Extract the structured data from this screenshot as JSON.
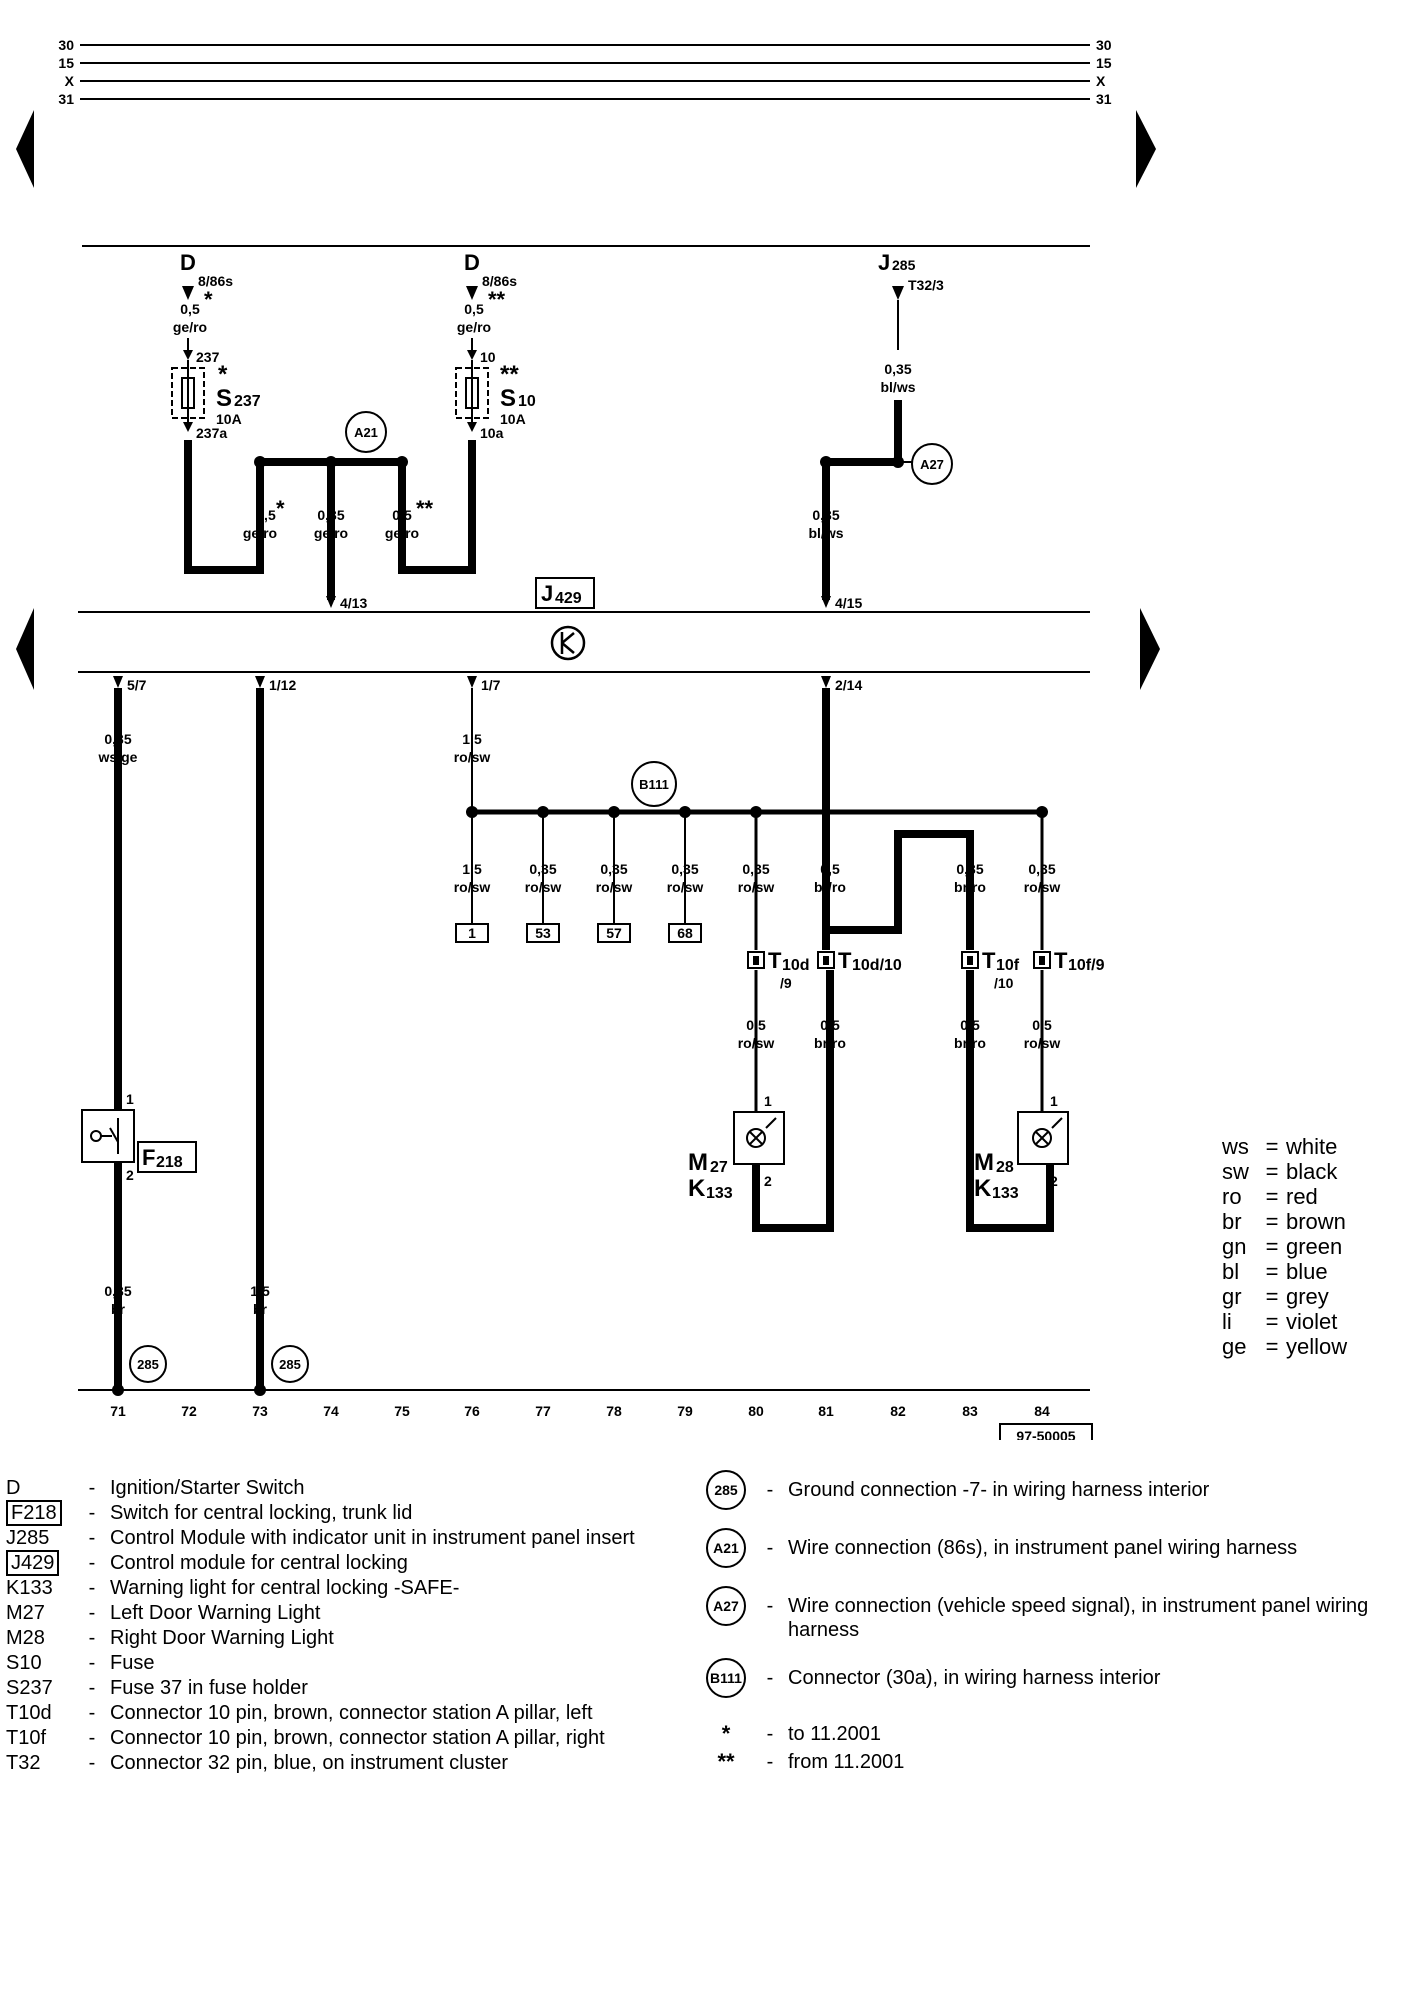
{
  "rails": [
    {
      "id": "r30",
      "label": "30"
    },
    {
      "id": "r15",
      "label": "15"
    },
    {
      "id": "rx",
      "label": "X"
    },
    {
      "id": "r31",
      "label": "31"
    }
  ],
  "fuse_left": {
    "switch": "D",
    "terminal": "8/86s",
    "marker": "*",
    "gauge": "0,5",
    "color": "ge/ro",
    "pin_top": "237",
    "fuse_prefix": "S",
    "fuse_sub": "237",
    "rating": "10A",
    "pin_bottom": "237a"
  },
  "fuse_right": {
    "switch": "D",
    "terminal": "8/86s",
    "marker": "**",
    "gauge": "0,5",
    "color": "ge/ro",
    "pin_top": "10",
    "fuse_prefix": "S",
    "fuse_sub": "10",
    "rating": "10A",
    "pin_bottom": "10a"
  },
  "j285": {
    "prefix": "J",
    "sub": "285",
    "pin": "T32/3",
    "gauge": "0,35",
    "color": "bl/ws"
  },
  "a21": {
    "label": "A21"
  },
  "a27": {
    "label": "A27"
  },
  "b111": {
    "label": "B111"
  },
  "a21_branches": [
    {
      "gauge": "0,5",
      "color": "ge/ro",
      "marker": "*"
    },
    {
      "gauge": "0,35",
      "color": "ge/ro",
      "marker": ""
    },
    {
      "gauge": "0,5",
      "color": "ge/ro",
      "marker": "**"
    }
  ],
  "a27_branch": {
    "gauge": "0,35",
    "color": "bl/ws"
  },
  "module": {
    "prefix": "J",
    "sub": "429",
    "pin_a21": "4/13",
    "pin_a27": "4/15"
  },
  "module_pins": {
    "p71": "5/7",
    "p73": "1/12",
    "p76": "1/7",
    "p81": "2/14"
  },
  "col71": {
    "gauge": "0,35",
    "color": "ws/ge",
    "pin_top": "1",
    "pin_bottom": "2",
    "comp_prefix": "F",
    "comp_sub": "218",
    "gauge2": "0,35",
    "color2": "br",
    "ground": "285"
  },
  "col73": {
    "gauge": "1,5",
    "color": "br",
    "ground": "285"
  },
  "col76": {
    "gauge": "1,5",
    "color": "ro/sw"
  },
  "b111_branches": [
    {
      "gauge": "1,5",
      "color": "ro/sw",
      "ref": "1"
    },
    {
      "gauge": "0,35",
      "color": "ro/sw",
      "ref": "53"
    },
    {
      "gauge": "0,35",
      "color": "ro/sw",
      "ref": "57"
    },
    {
      "gauge": "0,35",
      "color": "ro/sw",
      "ref": "68"
    },
    {
      "gauge": "0,35",
      "color": "ro/sw"
    },
    {
      "gauge": "0,35",
      "color": "br/ro"
    },
    {
      "gauge": "0,35",
      "color": "ro/sw"
    }
  ],
  "col81": {
    "gauge": "0,5",
    "color": "br/ro"
  },
  "connectors": {
    "t10d9": {
      "prefix": "T",
      "sub": "10d",
      "sub2": "/9"
    },
    "t10d10": {
      "prefix": "T",
      "sub": "10d/10"
    },
    "t10f10": {
      "prefix": "T",
      "sub": "10f",
      "sub2": "/10"
    },
    "t10f9": {
      "prefix": "T",
      "sub": "10f/9"
    }
  },
  "lower_wires": [
    {
      "gauge": "0,5",
      "color": "ro/sw"
    },
    {
      "gauge": "0,5",
      "color": "br/ro"
    },
    {
      "gauge": "0,5",
      "color": "br/ro"
    },
    {
      "gauge": "0,5",
      "color": "ro/sw"
    }
  ],
  "lamp_left": {
    "m_prefix": "M",
    "m_sub": "27",
    "k_prefix": "K",
    "k_sub": "133",
    "pin_top": "1",
    "pin_bottom": "2"
  },
  "lamp_right": {
    "m_prefix": "M",
    "m_sub": "28",
    "k_prefix": "K",
    "k_sub": "133",
    "pin_top": "1",
    "pin_bottom": "2"
  },
  "track_numbers": [
    "71",
    "72",
    "73",
    "74",
    "75",
    "76",
    "77",
    "78",
    "79",
    "80",
    "81",
    "82",
    "83",
    "84"
  ],
  "figure_id": "97-50005",
  "color_legend": [
    {
      "abbr": "ws",
      "name": "white"
    },
    {
      "abbr": "sw",
      "name": "black"
    },
    {
      "abbr": "ro",
      "name": "red"
    },
    {
      "abbr": "br",
      "name": "brown"
    },
    {
      "abbr": "gn",
      "name": "green"
    },
    {
      "abbr": "bl",
      "name": "blue"
    },
    {
      "abbr": "gr",
      "name": "grey"
    },
    {
      "abbr": "li",
      "name": "violet"
    },
    {
      "abbr": "ge",
      "name": "yellow"
    }
  ],
  "component_legend": [
    {
      "code": "D",
      "desc": "Ignition/Starter Switch",
      "boxed": false
    },
    {
      "code": "F218",
      "desc": "Switch for central locking, trunk lid",
      "boxed": true
    },
    {
      "code": "J285",
      "desc": "Control Module with indicator unit in instrument panel insert",
      "boxed": false
    },
    {
      "code": "J429",
      "desc": "Control module for central locking",
      "boxed": true
    },
    {
      "code": "K133",
      "desc": "Warning light for central locking -SAFE-",
      "boxed": false
    },
    {
      "code": "M27",
      "desc": "Left Door Warning Light",
      "boxed": false
    },
    {
      "code": "M28",
      "desc": "Right Door Warning Light",
      "boxed": false
    },
    {
      "code": "S10",
      "desc": "Fuse",
      "boxed": false
    },
    {
      "code": "S237",
      "desc": "Fuse 37 in fuse holder",
      "boxed": false
    },
    {
      "code": "T10d",
      "desc": "Connector 10 pin, brown, connector station A pillar, left",
      "boxed": false
    },
    {
      "code": "T10f",
      "desc": "Connector 10 pin, brown, connector station A pillar, right",
      "boxed": false
    },
    {
      "code": "T32",
      "desc": "Connector 32 pin, blue, on instrument cluster",
      "boxed": false
    }
  ],
  "connection_legend": [
    {
      "symbol": "285",
      "desc": "Ground connection -7- in wiring harness interior"
    },
    {
      "symbol": "A21",
      "desc": "Wire connection (86s), in instrument panel wiring harness"
    },
    {
      "symbol": "A27",
      "desc": "Wire connection (vehicle speed signal), in instrument panel wiring harness"
    },
    {
      "symbol": "B111",
      "desc": "Connector (30a), in wiring harness interior"
    }
  ],
  "notes": [
    {
      "symbol": "*",
      "desc": "to 11.2001"
    },
    {
      "symbol": "**",
      "desc": "from 11.2001"
    }
  ],
  "dash": "-",
  "equals": "="
}
